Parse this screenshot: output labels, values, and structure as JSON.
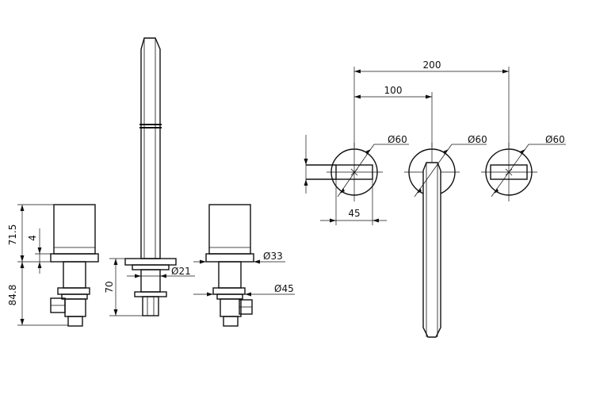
{
  "side_view": {
    "dim_height_upper": "71.5",
    "dim_collar": "4",
    "dim_height_lower": "84.8",
    "dim_spout_lower": "70",
    "dim_spout_diameter": "Ø21",
    "dim_handle_diameter": "Ø33",
    "dim_base_diameter": "Ø45"
  },
  "top_view": {
    "dim_total_spacing": "200",
    "dim_half_spacing": "100",
    "dim_rosette_left": "Ø60",
    "dim_rosette_center": "Ø60",
    "dim_rosette_right": "Ø60",
    "dim_lever_offset": "45"
  }
}
